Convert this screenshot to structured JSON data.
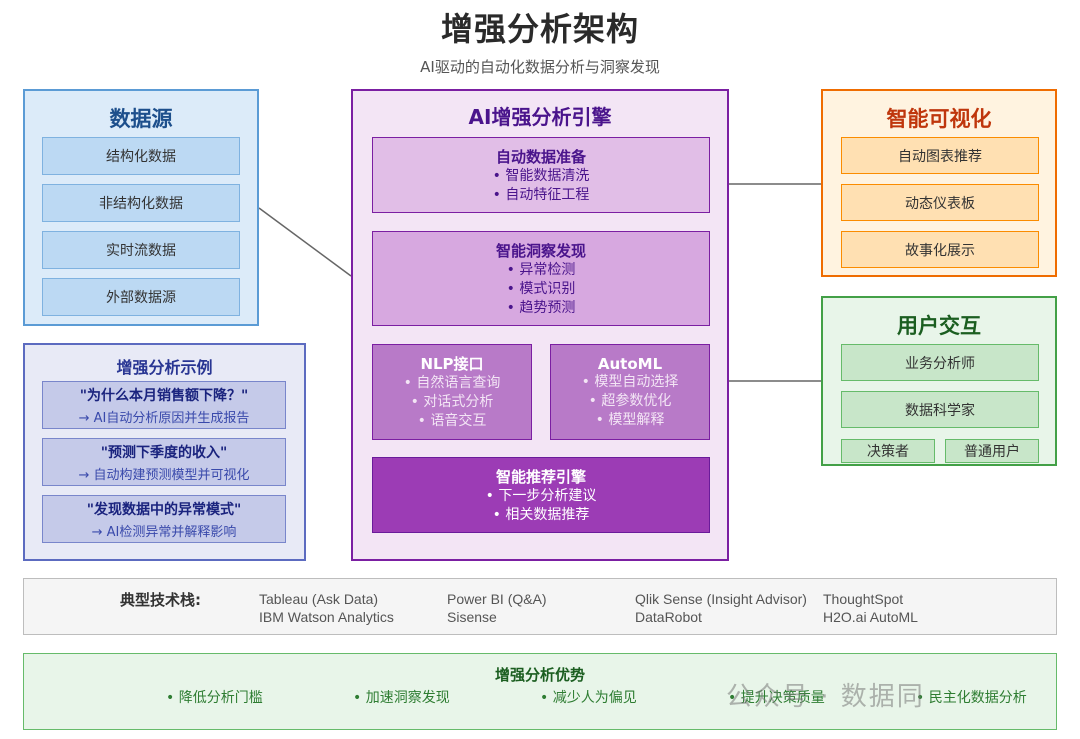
{
  "title": "增强分析架构",
  "subtitle": "AI驱动的自动化数据分析与洞察发现",
  "data_sources": {
    "title": "数据源",
    "items": [
      "结构化数据",
      "非结构化数据",
      "实时流数据",
      "外部数据源"
    ]
  },
  "examples": {
    "title": "增强分析示例",
    "items": [
      {
        "q": "\"为什么本月销售额下降？\"",
        "a": "→ AI自动分析原因并生成报告"
      },
      {
        "q": "\"预测下季度的收入\"",
        "a": "→ 自动构建预测模型并可视化"
      },
      {
        "q": "\"发现数据中的异常模式\"",
        "a": "→ AI检测异常并解释影响"
      }
    ]
  },
  "engine": {
    "title": "AI增强分析引擎",
    "prep": {
      "title": "自动数据准备",
      "lines": [
        "• 智能数据清洗",
        "• 自动特征工程"
      ]
    },
    "insight": {
      "title": "智能洞察发现",
      "lines": [
        "• 异常检测",
        "• 模式识别",
        "• 趋势预测"
      ]
    },
    "nlp": {
      "title": "NLP接口",
      "lines": [
        "• 自然语言查询",
        "• 对话式分析",
        "• 语音交互"
      ]
    },
    "automl": {
      "title": "AutoML",
      "lines": [
        "• 模型自动选择",
        "• 超参数优化",
        "• 模型解释"
      ]
    },
    "recommend": {
      "title": "智能推荐引擎",
      "lines": [
        "• 下一步分析建议",
        "• 相关数据推荐"
      ]
    }
  },
  "visualization": {
    "title": "智能可视化",
    "items": [
      "自动图表推荐",
      "动态仪表板",
      "故事化展示"
    ]
  },
  "user_interaction": {
    "title": "用户交互",
    "items": [
      "业务分析师",
      "数据科学家",
      "决策者",
      "普通用户"
    ]
  },
  "tech_stack": {
    "label": "典型技术栈:",
    "items": [
      "Tableau (Ask Data)",
      "Power BI (Q&A)",
      "Qlik Sense (Insight Advisor)",
      "ThoughtSpot",
      "IBM Watson Analytics",
      "Sisense",
      "DataRobot",
      "H2O.ai AutoML"
    ]
  },
  "advantages": {
    "title": "增强分析优势",
    "items": [
      "• 降低分析门槛",
      "• 加速洞察发现",
      "• 减少人为偏见",
      "• 提升决策质量",
      "• 民主化数据分析"
    ]
  },
  "watermark": "公众号 · 数据同",
  "colors": {
    "data_source_accent": "#5b9bd5",
    "engine_accent": "#7b1fa2",
    "visualization_accent": "#ef6c00",
    "user_accent": "#43a047",
    "examples_accent": "#5c6bc0"
  }
}
